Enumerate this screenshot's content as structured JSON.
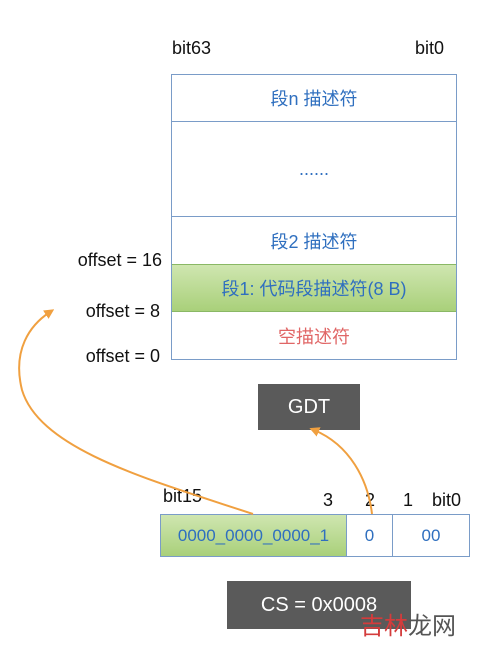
{
  "gdt": {
    "bit_high": "bit63",
    "bit_low": "bit0",
    "rows": [
      "段n 描述符",
      "......",
      "段2 描述符",
      "段1: 代码段描述符(8 B)",
      "空描述符"
    ],
    "offsets": [
      "offset = 16",
      "offset = 8",
      "offset = 0"
    ],
    "label": "GDT"
  },
  "selector": {
    "bit_high": "bit15",
    "bit_3": "3",
    "bit_2": "2",
    "bit_1": "1",
    "bit_low": "bit0",
    "index_value": "0000_0000_0000_1",
    "ti_value": "0",
    "rpl_value": "00"
  },
  "cs_label": "CS = 0x0008",
  "watermark": {
    "part1": "吉林",
    "part2": "龙网"
  },
  "colors": {
    "arrow": "#f0a040",
    "blue_text": "#2f6fbf",
    "null_text": "#e06666",
    "green_fill": "#b7d98c",
    "dark_box": "#5a5a5a"
  }
}
